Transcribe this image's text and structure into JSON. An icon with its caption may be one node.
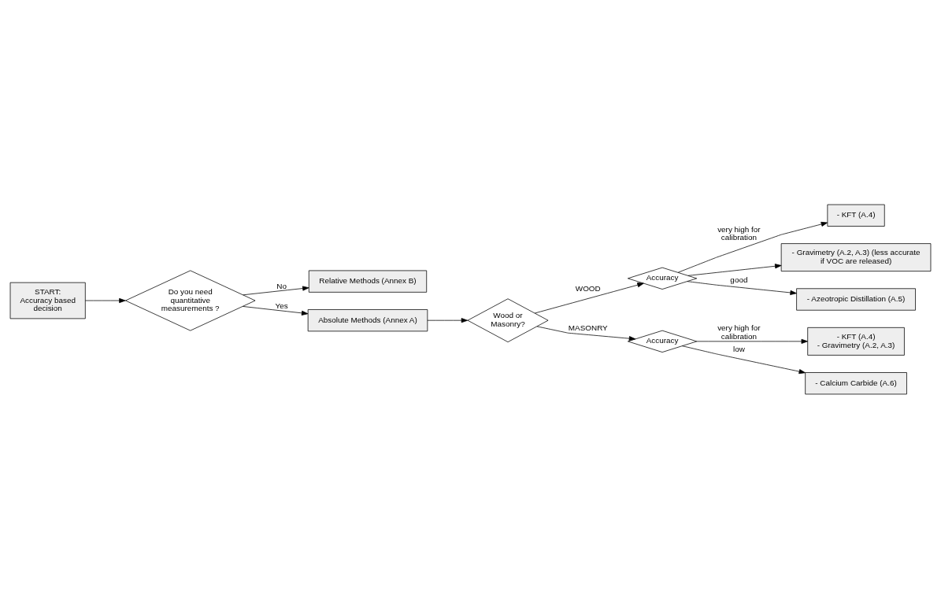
{
  "diagram": {
    "nodes": [
      {
        "text": [
          "START:",
          "Accuracy based decision"
        ]
      },
      {
        "text": [
          "Do you need quantitative measurements ?"
        ]
      },
      {
        "text": [
          "Relative Methods (Annex B)"
        ]
      },
      {
        "text": [
          "Absolute Methods (Annex A)"
        ]
      },
      {
        "text": [
          "Wood or Masonry?"
        ]
      },
      {
        "text": [
          "Accuracy"
        ]
      },
      {
        "text": [
          "- KFT (A.4)"
        ]
      },
      {
        "text": [
          "- Gravimetry (A.2, A.3) (less accurate if VOC are released)"
        ]
      },
      {
        "text": [
          "- Azeotropic Distillation (A.5)"
        ]
      },
      {
        "text": [
          "Accuracy"
        ]
      },
      {
        "text": [
          "- KFT (A.4)",
          "- Gravimetry (A.2, A.3)"
        ]
      },
      {
        "text": [
          "- Calcium Carbide (A.6)"
        ]
      }
    ],
    "edges": [
      {
        "from": 0,
        "to": 1,
        "arrow": "to"
      },
      {
        "from": 1,
        "to": 2,
        "arrow": "to",
        "label": "No"
      },
      {
        "from": 1,
        "to": 3,
        "arrow": "to",
        "label": "Yes"
      },
      {
        "from": 3,
        "to": 4,
        "arrow": "to"
      },
      {
        "from": 4,
        "to": 5,
        "arrow": "to",
        "label": "WOOD"
      },
      {
        "from": 5,
        "to": 6,
        "arrow": "to",
        "label": "very high for calibration"
      },
      {
        "from": 5,
        "to": 7,
        "arrow": "to"
      },
      {
        "from": 5,
        "to": 8,
        "arrow": "to",
        "label": "good"
      },
      {
        "from": 4,
        "to": 9,
        "arrow": "to",
        "label": "MASONRY"
      },
      {
        "from": 9,
        "to": 10,
        "arrow": "to",
        "label": "very high for calibration"
      },
      {
        "from": 9,
        "to": 11,
        "arrow": "to",
        "label": "low"
      }
    ]
  }
}
